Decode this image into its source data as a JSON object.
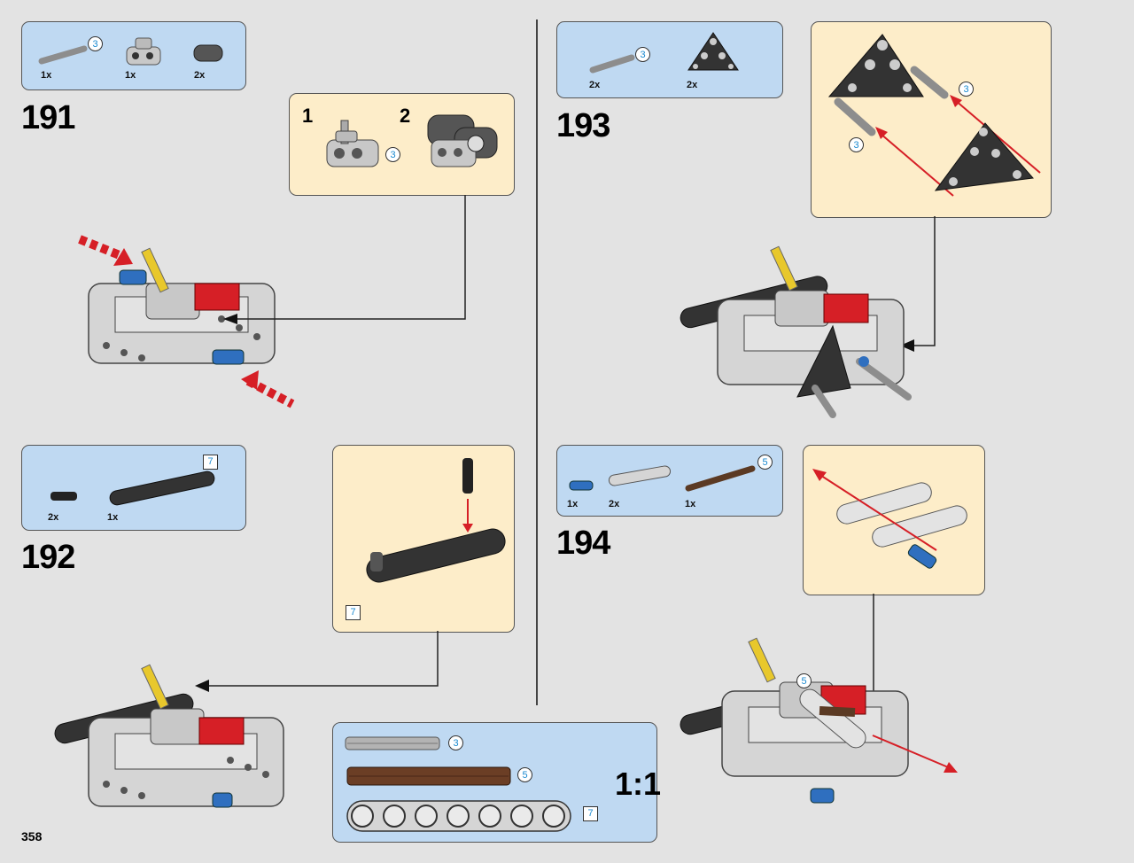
{
  "page": {
    "number": "358"
  },
  "steps": [
    {
      "number": "191",
      "parts": [
        {
          "qty": "1x",
          "callout": "3"
        },
        {
          "qty": "1x"
        },
        {
          "qty": "2x"
        }
      ],
      "sub": {
        "label1": "1",
        "label2": "2",
        "callout": "3"
      }
    },
    {
      "number": "192",
      "parts": [
        {
          "qty": "2x"
        },
        {
          "qty": "1x",
          "callout": "7"
        }
      ],
      "sub": {
        "callout": "7"
      }
    },
    {
      "number": "193",
      "parts": [
        {
          "qty": "2x",
          "callout": "3"
        },
        {
          "qty": "2x"
        }
      ],
      "sub": {
        "callout_a": "3",
        "callout_b": "3"
      }
    },
    {
      "number": "194",
      "parts": [
        {
          "qty": "1x"
        },
        {
          "qty": "2x"
        },
        {
          "qty": "1x",
          "callout": "5"
        }
      ],
      "sub": {},
      "model_callout": "5"
    }
  ],
  "scale_box": {
    "label": "1:1",
    "items": [
      {
        "callout": "3"
      },
      {
        "callout": "5"
      },
      {
        "callout": "7"
      }
    ]
  },
  "colors": {
    "panel_blue": "#bfd9f2",
    "panel_cream": "#fdedc9",
    "arrow_red": "#d61f26",
    "callout_blue": "#1b8ad0"
  }
}
